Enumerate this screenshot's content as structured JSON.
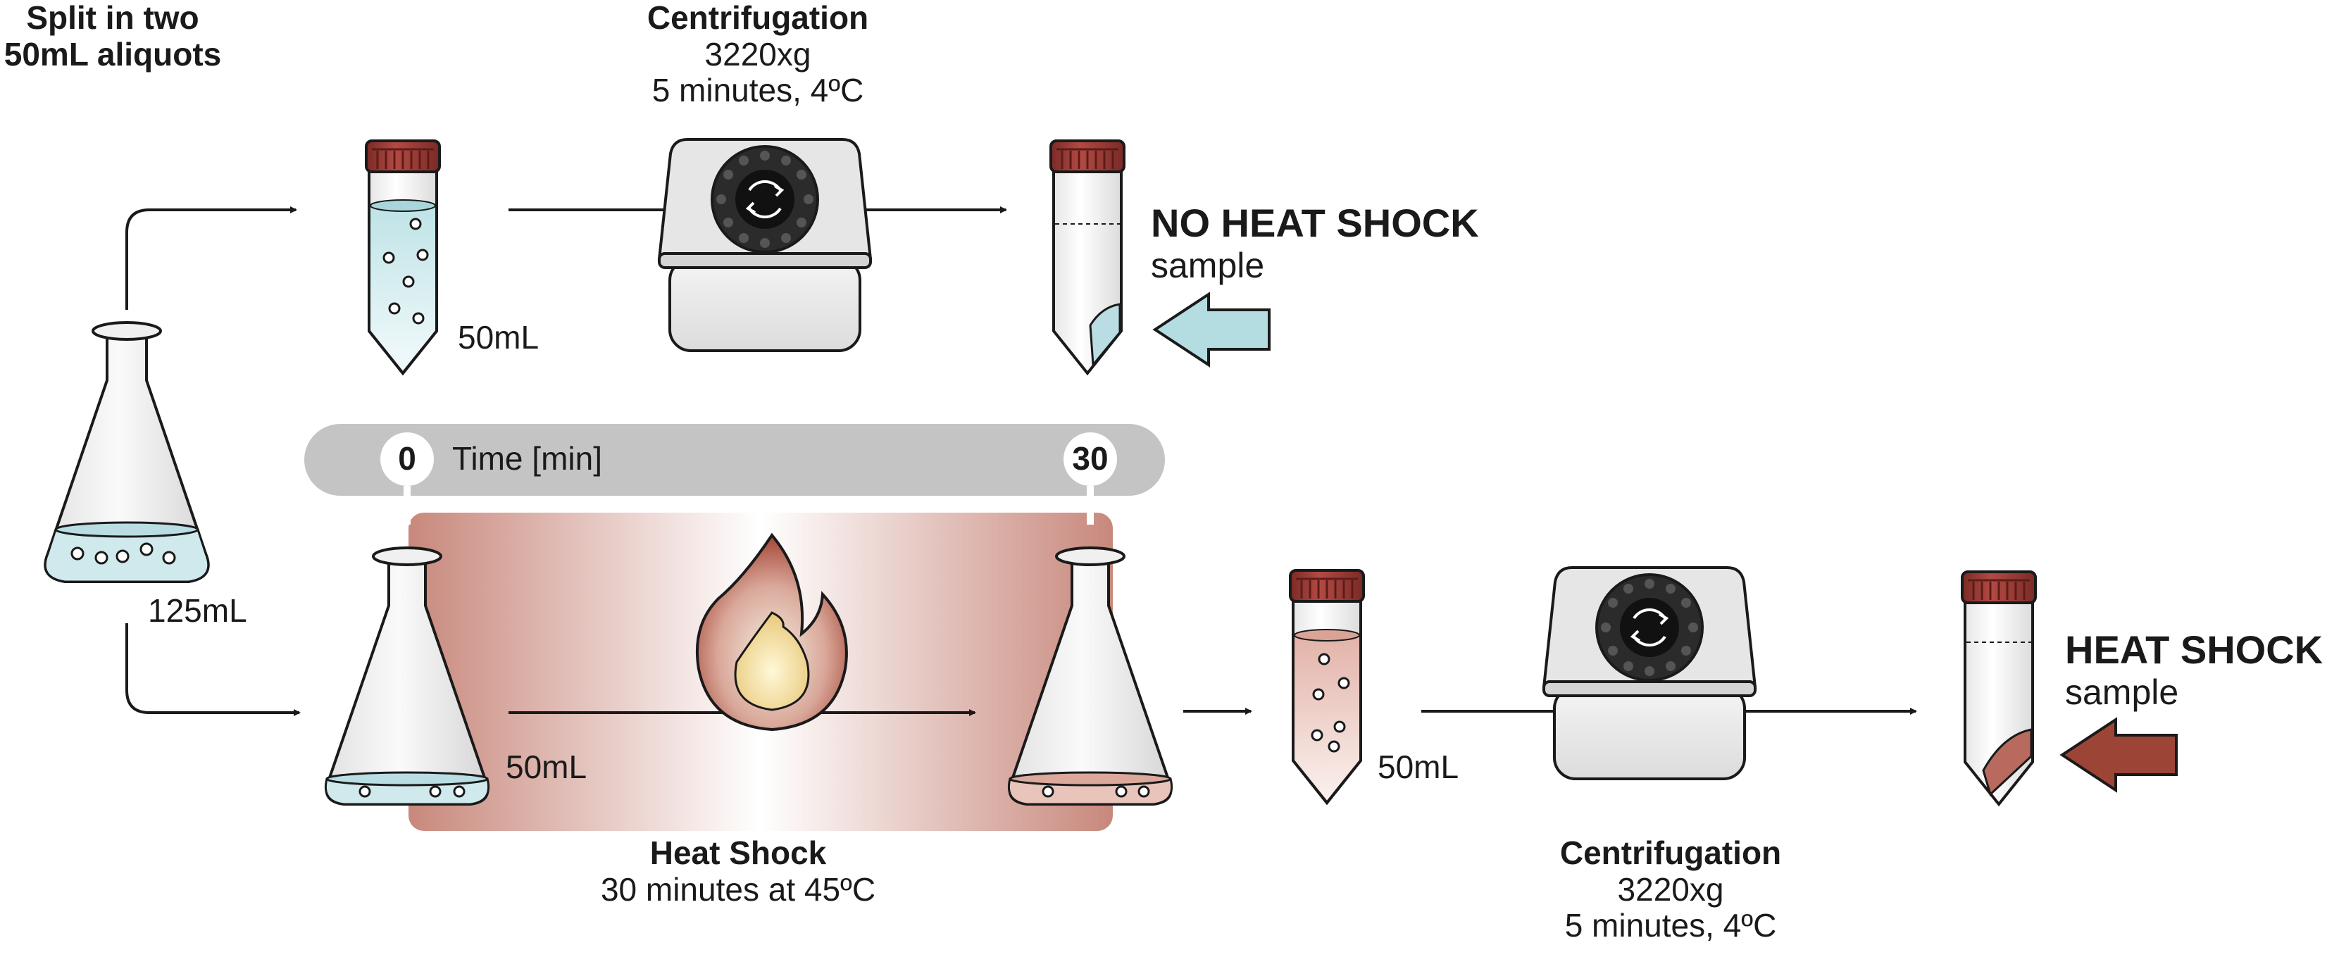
{
  "split": {
    "line1": "Split in two",
    "line2": "50mL aliquots"
  },
  "centrifugation_top": {
    "title": "Centrifugation",
    "speed": "3220xg",
    "conditions": "5 minutes, 4ºC"
  },
  "centrifugation_bottom": {
    "title": "Centrifugation",
    "speed": "3220xg",
    "conditions": "5 minutes, 4ºC"
  },
  "volumes": {
    "flask_main": "125mL",
    "tube_top": "50mL",
    "flask_heat": "50mL",
    "tube_bottom": "50mL"
  },
  "no_heat_shock": {
    "title": "NO HEAT SHOCK",
    "subtitle": "sample"
  },
  "heat_shock_sample": {
    "title": "HEAT SHOCK",
    "subtitle": "sample"
  },
  "timeline": {
    "label": "Time [min]",
    "start": "0",
    "end": "30"
  },
  "heat_shock": {
    "title": "Heat Shock",
    "detail": "30 minutes at 45ºC"
  },
  "colors": {
    "control_liquid": "#cfe9ec",
    "heat_liquid": "#e8c4bb",
    "cap": "#9b3a35",
    "control_arrow": "#b4dde2",
    "heat_arrow": "#9c4436",
    "timeline_bar": "#c4c4c4"
  }
}
